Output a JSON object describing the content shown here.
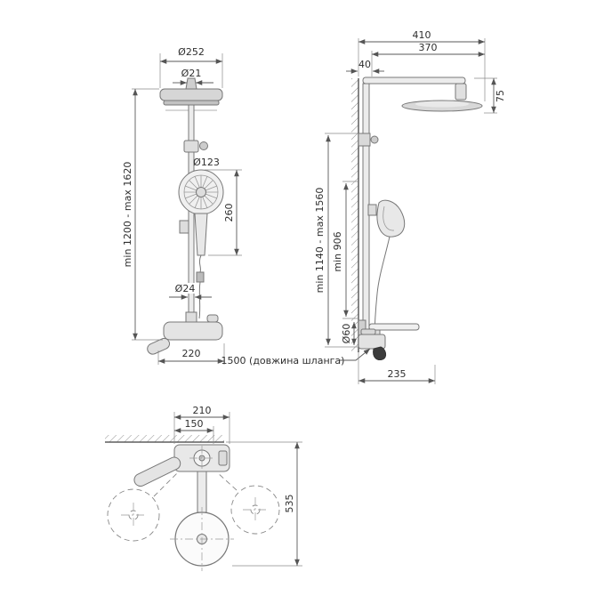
{
  "drawing": {
    "front": {
      "head_d": "Ø252",
      "arm_d": "Ø21",
      "hand_d": "Ø123",
      "hand_len": "260",
      "pipe_d": "Ø24",
      "height": "min 1200 - max 1620",
      "width": "220"
    },
    "side": {
      "reach_total": "410",
      "reach": "370",
      "wall_gap": "40",
      "head_drop": "75",
      "height": "min 1140 - max 1560",
      "min_height": "min 906",
      "escutcheon_d": "Ø60",
      "hose": "1500 (довжина шланга)",
      "depth": "235"
    },
    "top": {
      "width": "210",
      "centers": "150",
      "swing": "535"
    }
  },
  "colors": {
    "line": "#777777",
    "text": "#2e2e2e",
    "fill_light": "#e8e8e8",
    "spout_dark": "#3c3c3c"
  }
}
